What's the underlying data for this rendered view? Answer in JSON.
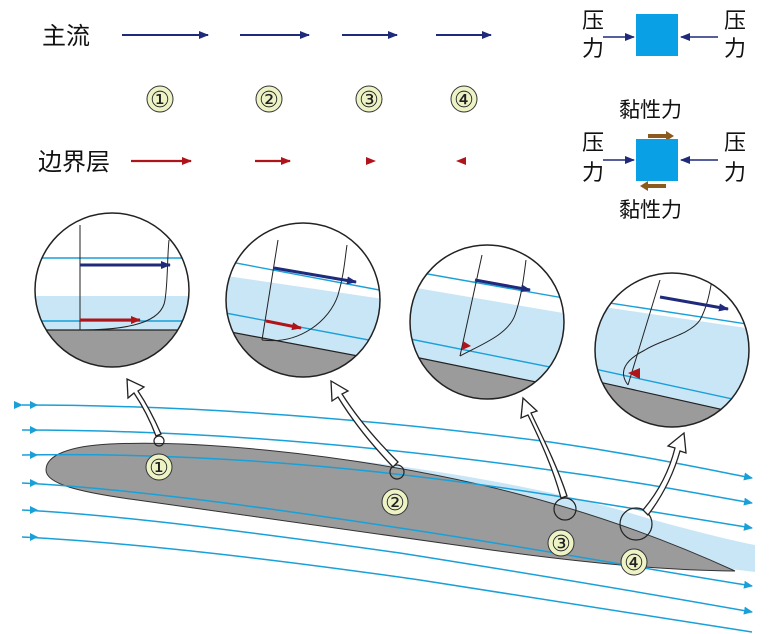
{
  "legend": {
    "main_flow_label": "主流",
    "boundary_layer_label": "边界层",
    "stations": [
      "①",
      "②",
      "③",
      "④"
    ]
  },
  "force_diagram": {
    "pressure_char_1": "压",
    "pressure_char_2": "力",
    "viscous_label": "黏性力"
  },
  "airfoil_markers": [
    "①",
    "②",
    "③",
    "④"
  ],
  "colors": {
    "main_flow_arrow": "#1f2a7a",
    "boundary_layer_arrow": "#b0141b",
    "streamline": "#19a0d8",
    "boundary_layer_fill": "#c9e6f7",
    "airfoil_fill": "#9b9b9b",
    "fluid_block": "#0aa0e6",
    "viscous_arrow": "#8a5a1e",
    "marker_fill": "#eef3c6"
  },
  "icons": [
    "arrow-right-icon",
    "arrow-left-icon",
    "magnifier-circle-icon",
    "hollow-callout-arrow-icon"
  ]
}
